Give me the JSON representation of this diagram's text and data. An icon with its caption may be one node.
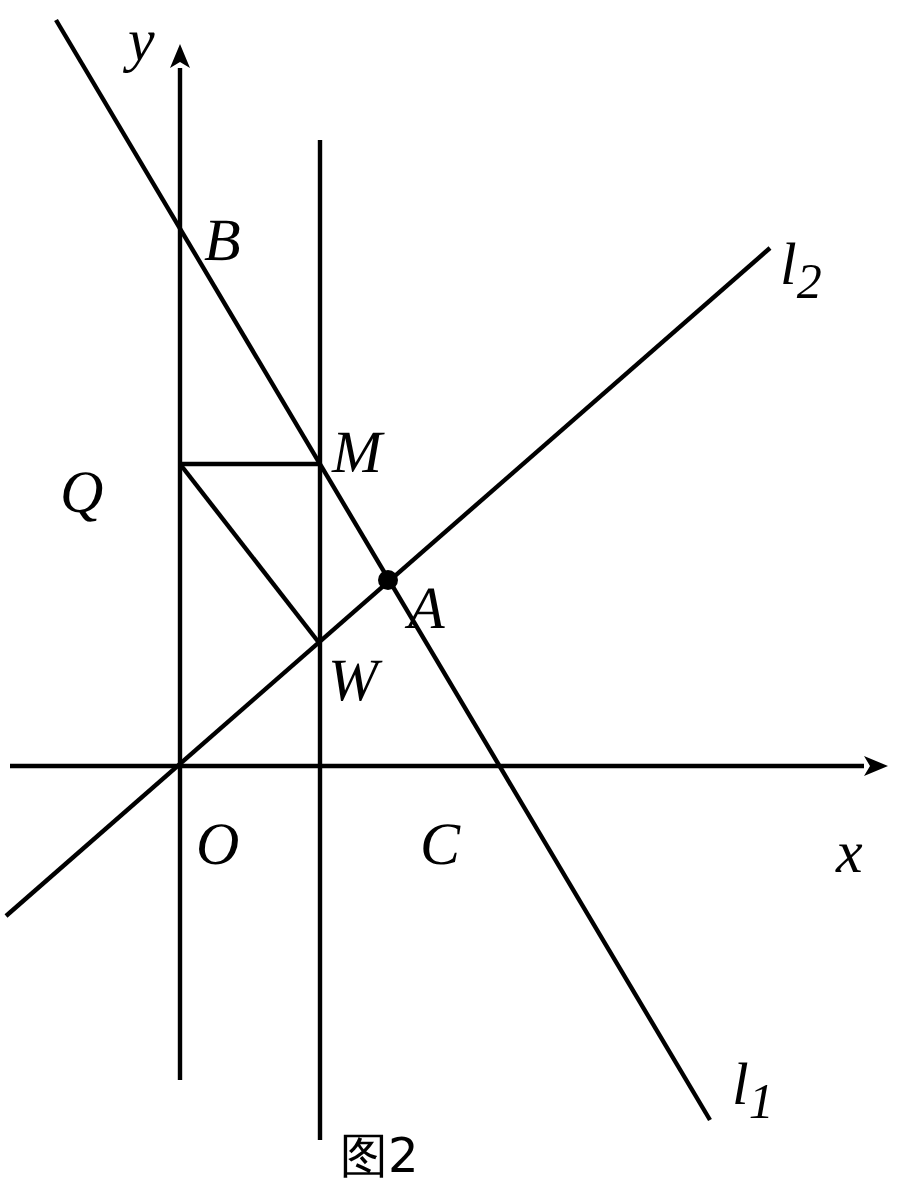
{
  "diagram": {
    "caption": "图2",
    "labels": [
      "y",
      "B",
      "*l*$_{2}$",
      "Q",
      "M",
      "A",
      "W",
      "O",
      "C",
      "x",
      "*l*$_{1}$"
    ]
  }
}
